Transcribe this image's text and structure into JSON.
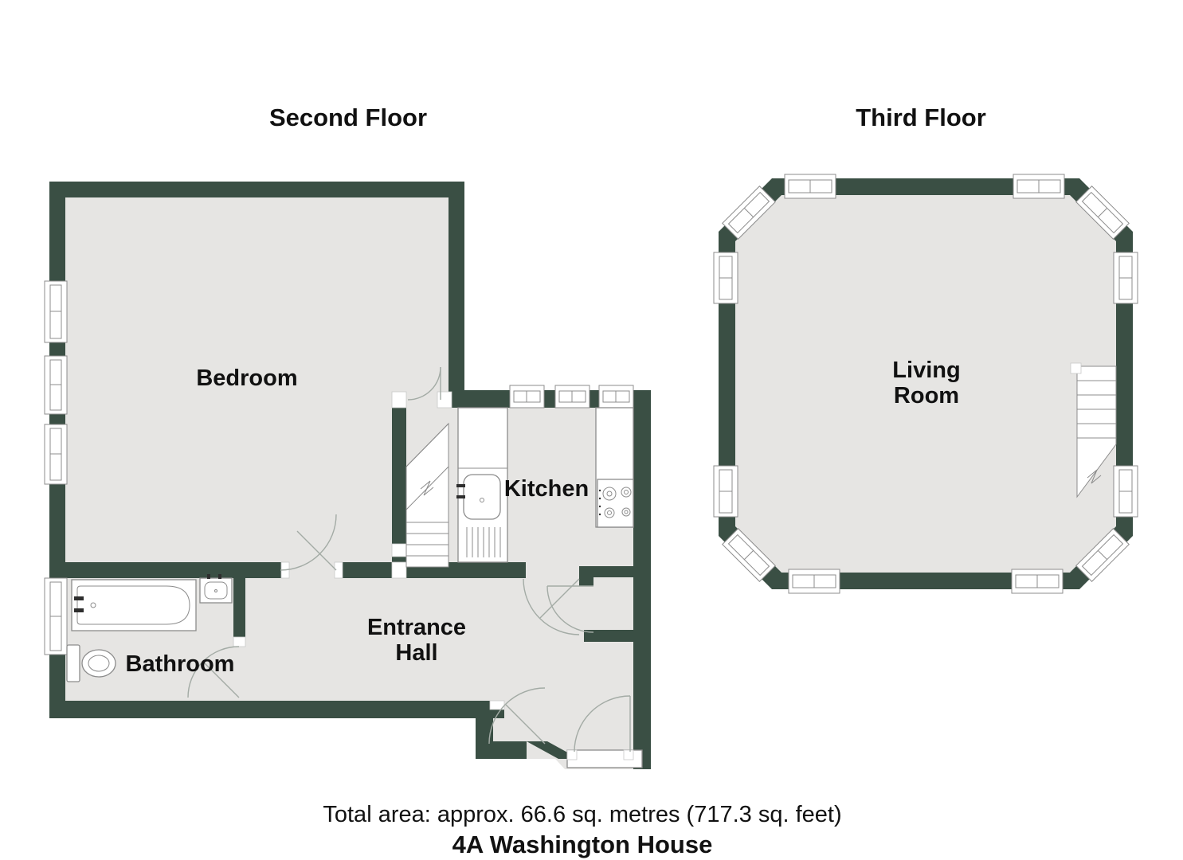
{
  "floors": [
    {
      "title": "Second Floor",
      "rooms": [
        {
          "label": "Bedroom"
        },
        {
          "label": "Kitchen"
        },
        {
          "label_lines": [
            "Entrance",
            "Hall"
          ]
        },
        {
          "label": "Bathroom"
        }
      ],
      "fixtures": [
        "bathtub",
        "wash-basin",
        "toilet",
        "kitchen-sink",
        "draining-board",
        "hob",
        "staircase"
      ]
    },
    {
      "title": "Third Floor",
      "rooms": [
        {
          "label_lines": [
            "Living",
            "Room"
          ]
        }
      ],
      "fixtures": [
        "staircase"
      ]
    }
  ],
  "footer": {
    "total_area": "Total area: approx. 66.6 sq. metres (717.3 sq. feet)",
    "property_name": "4A Washington House"
  },
  "colors": {
    "wall": "#3A4F44",
    "floor": "#E6E5E3",
    "outline": "#8C8C8C",
    "text": "#111111",
    "background": "#FFFFFF"
  }
}
